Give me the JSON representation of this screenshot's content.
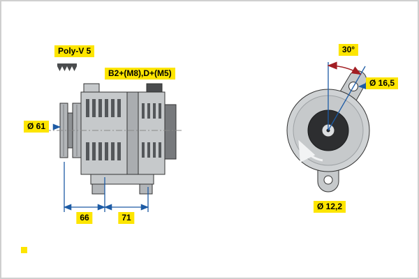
{
  "colors": {
    "label-bg": "#fde500",
    "dimension-blue": "#1d5ba5",
    "arrow-red": "#a21e23",
    "frame-border": "#cfcfcf",
    "background": "#ffffff"
  },
  "side_view": {
    "belt_type_label": "Poly-V 5",
    "terminals_label": "B2+(M8),D+(M5)",
    "pulley_diameter_label": "Ø 61",
    "dimension_front": "66",
    "dimension_rear": "71"
  },
  "front_view": {
    "lug_angle_label": "30°",
    "top_hole_diameter_label": "Ø 16,5",
    "bottom_hole_diameter_label": "Ø 12,2"
  }
}
